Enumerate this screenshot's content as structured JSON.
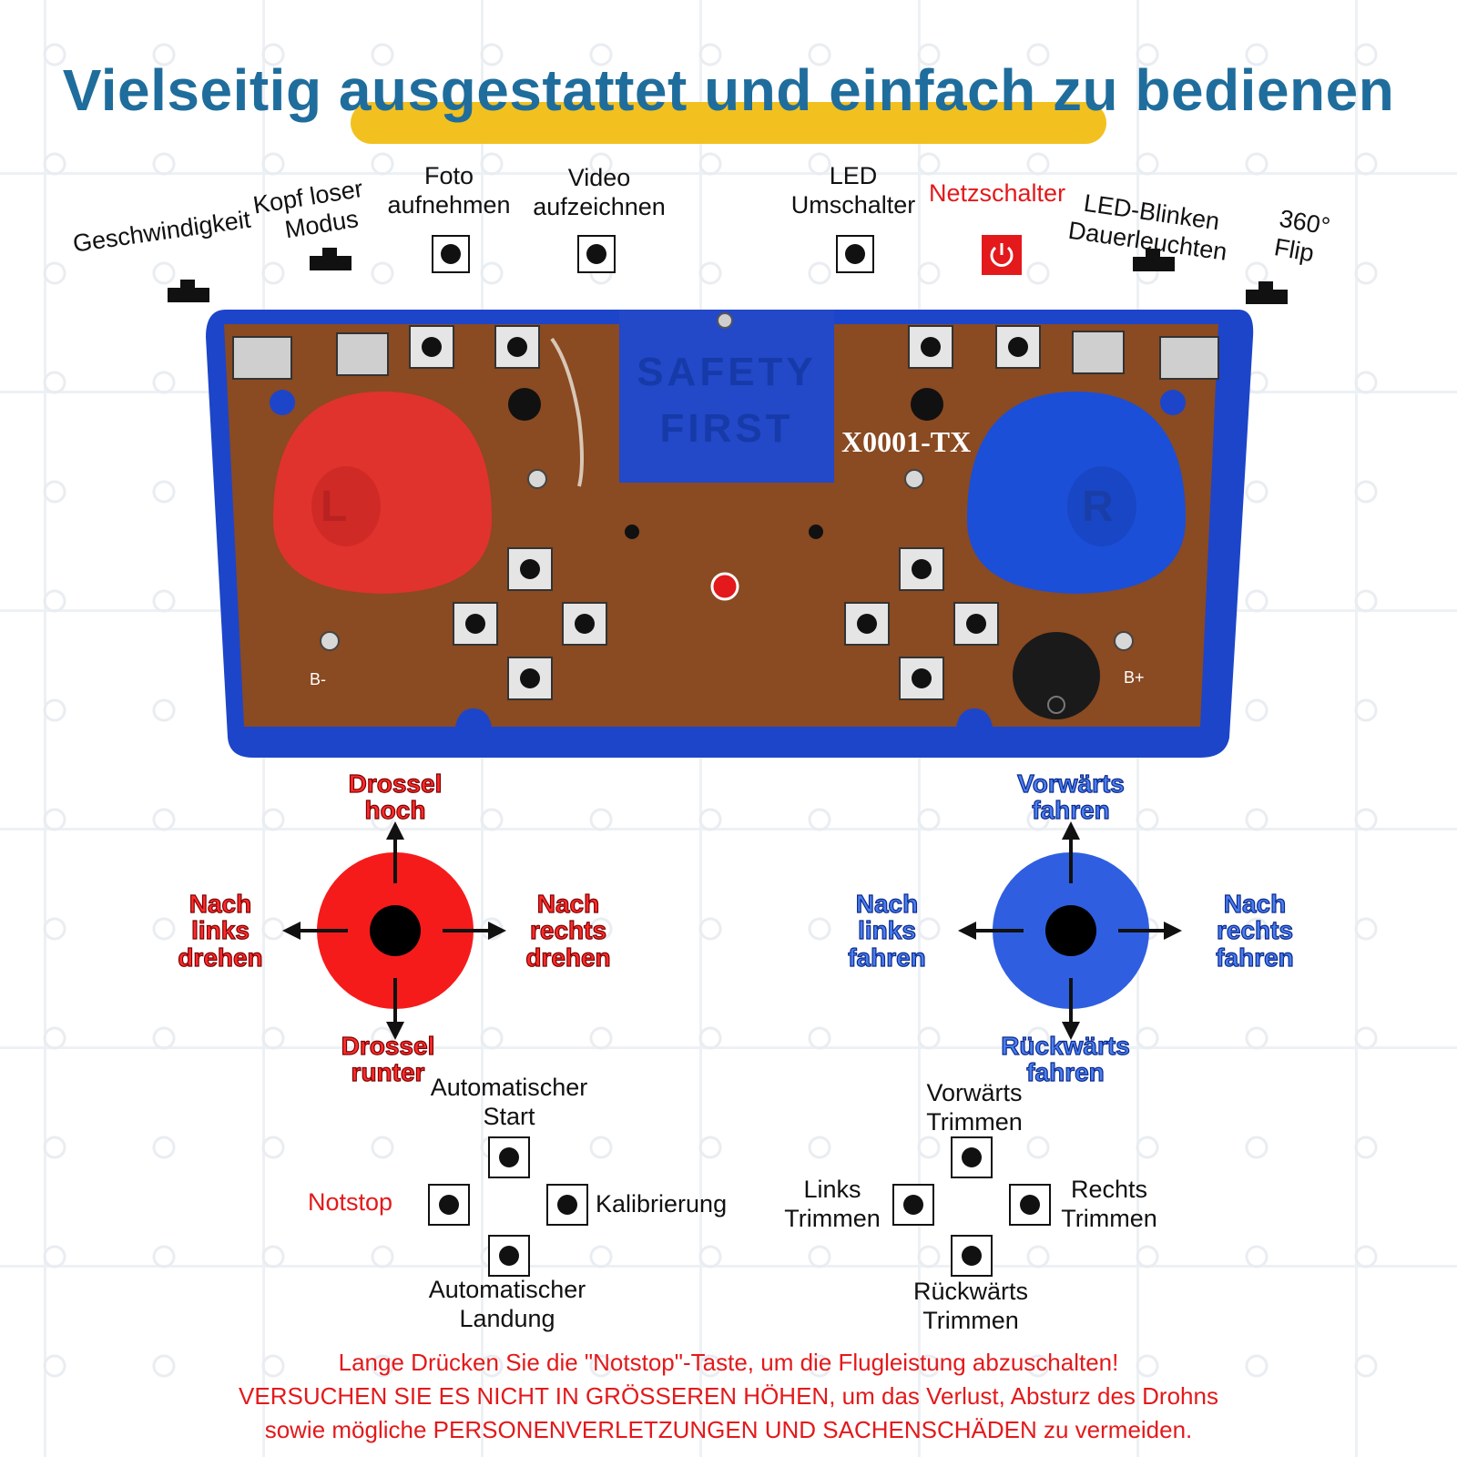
{
  "title": "Vielseitig ausgestattet und einfach zu bedienen",
  "top_controls": {
    "speed": "Geschwindigkeit",
    "headless_1": "Kopf loser",
    "headless_2": "Modus",
    "photo_1": "Foto",
    "photo_2": "aufnehmen",
    "video_1": "Video",
    "video_2": "aufzeichnen",
    "led_1": "LED",
    "led_2": "Umschalter",
    "power": "Netzschalter",
    "blink_1": "LED-Blinken",
    "blink_2": "Dauerleuchten",
    "flip_1": "360°",
    "flip_2": "Flip"
  },
  "board": {
    "safety_1": "SAFETY",
    "safety_2": "FIRST",
    "model": "X0001-TX",
    "left_stick": "L",
    "right_stick": "R",
    "b_minus": "B-",
    "b_plus": "B+"
  },
  "left_stick_dirs": {
    "up_1": "Drossel",
    "up_2": "hoch",
    "left_1": "Nach",
    "left_2": "links",
    "left_3": "drehen",
    "right_1": "Nach",
    "right_2": "rechts",
    "right_3": "drehen",
    "down_1": "Drossel",
    "down_2": "runter"
  },
  "right_stick_dirs": {
    "up_1": "Vorwärts",
    "up_2": "fahren",
    "left_1": "Nach",
    "left_2": "links",
    "left_3": "fahren",
    "right_1": "Nach",
    "right_2": "rechts",
    "right_3": "fahren",
    "down_1": "Rückwärts",
    "down_2": "fahren"
  },
  "left_pad": {
    "up_1": "Automatischer",
    "up_2": "Start",
    "left": "Notstop",
    "right": "Kalibrierung",
    "down_1": "Automatischer",
    "down_2": "Landung"
  },
  "right_pad": {
    "up_1": "Vorwärts",
    "up_2": "Trimmen",
    "left_1": "Links",
    "left_2": "Trimmen",
    "right_1": "Rechts",
    "right_2": "Trimmen",
    "down_1": "Rückwärts",
    "down_2": "Trimmen"
  },
  "warning": {
    "line_1": "Lange Drücken Sie die \"Notstop\"-Taste, um die Flugleistung abzuschalten!",
    "line_2": "VERSUCHEN SIE ES NICHT IN GRÖSSEREN HÖHEN, um das Verlust, Absturz des Drohns",
    "line_3": "sowie mögliche PERSONENVERLETZUNGEN UND SACHENSCHÄDEN zu vermeiden."
  },
  "colors": {
    "title": "#1f6d9c",
    "highlight": "#f2c11f",
    "accent_red": "#e3191b",
    "frame_blue": "#1d45c9",
    "board_brown": "#8a4a22"
  }
}
